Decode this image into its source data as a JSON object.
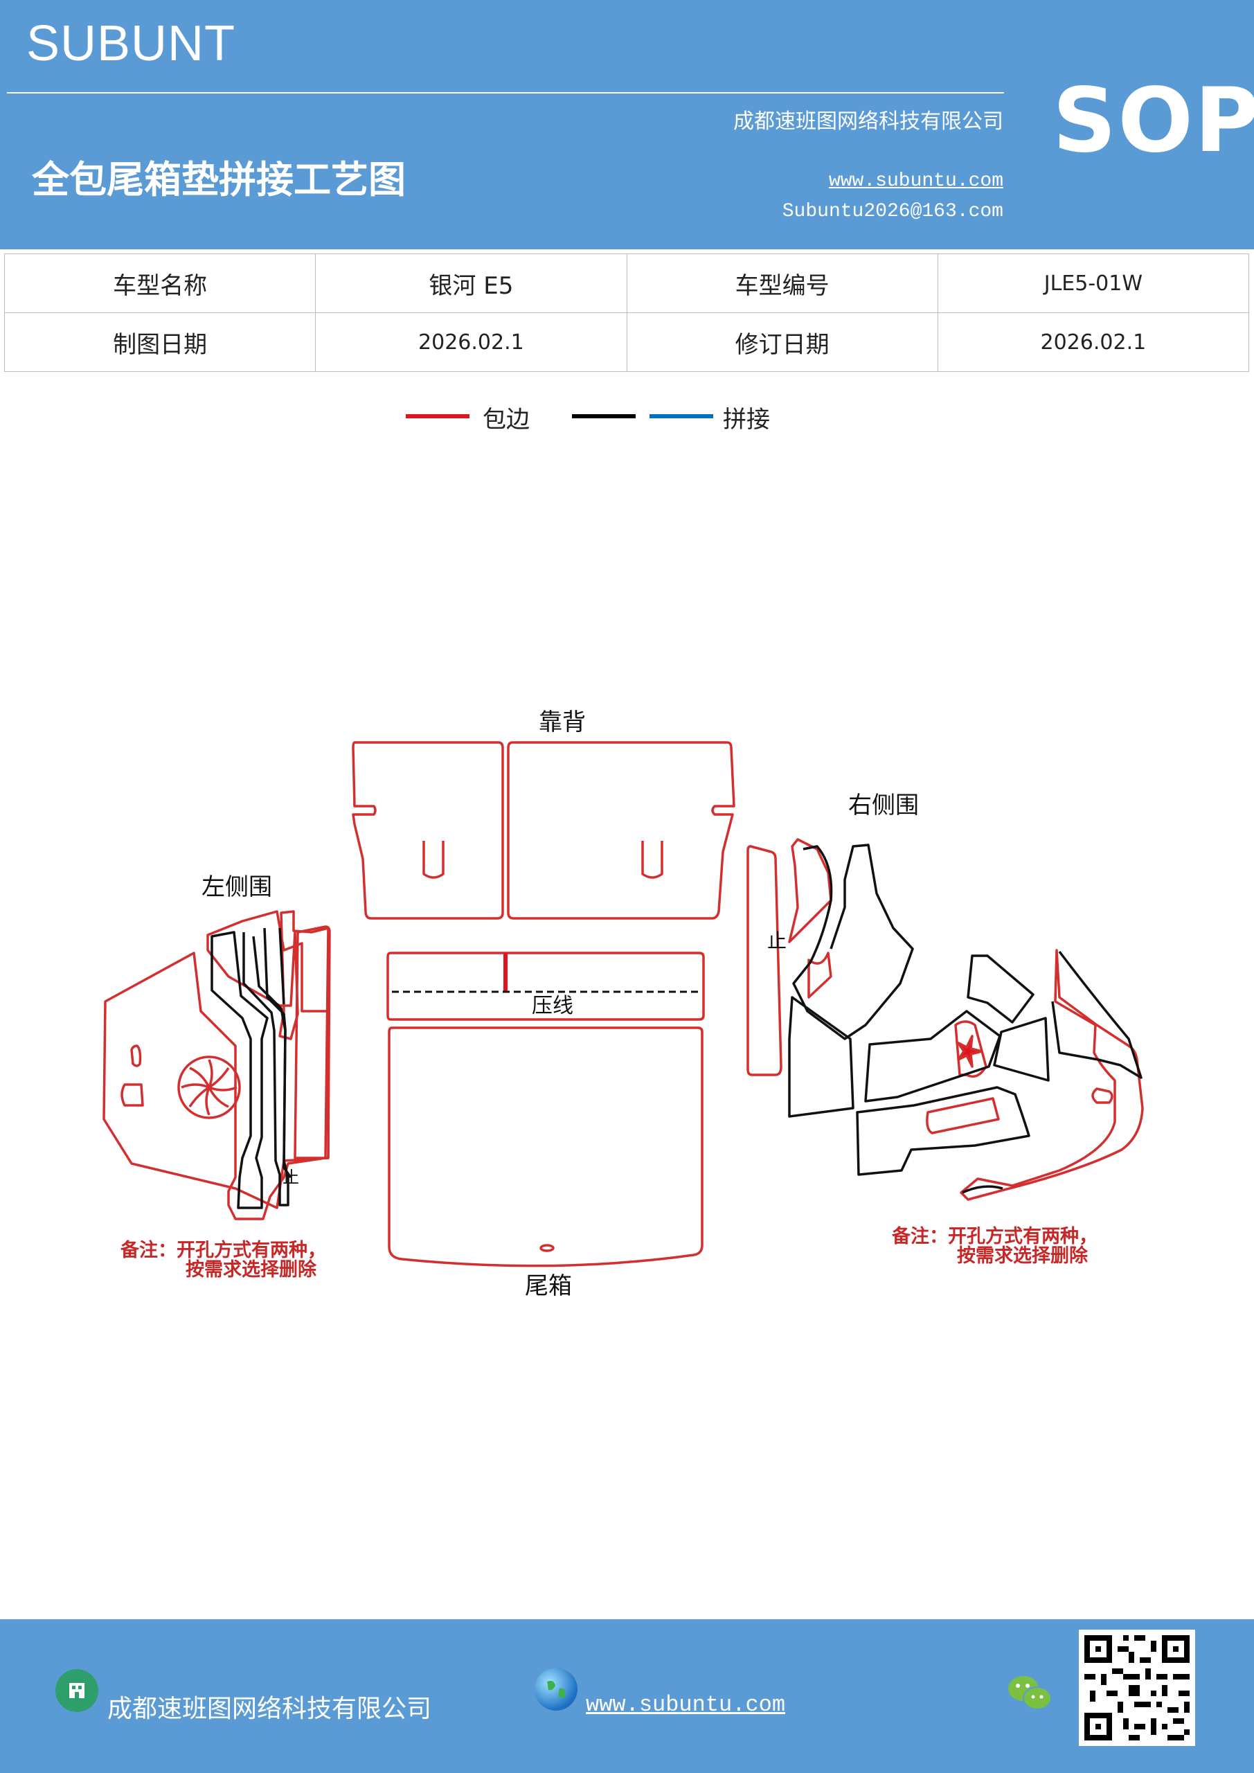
{
  "header": {
    "brand": "SUBUNT",
    "title": "全包尾箱垫拼接工艺图",
    "company": "成都速班图网络科技有限公司",
    "website": "www.subuntu.com",
    "email": "Subuntu2026@163.com",
    "badge": "SOP",
    "background_color": "#5b9bd5"
  },
  "info_table": {
    "rows": [
      [
        "车型名称",
        "银河 E5",
        "车型编号",
        "JLE5-01W"
      ],
      [
        "制图日期",
        "2026.02.1",
        "修订日期",
        "2026.02.1"
      ]
    ]
  },
  "legend": {
    "items": [
      {
        "label": "包边",
        "colors": [
          "#e0141e"
        ]
      },
      {
        "label": "拼接",
        "colors": [
          "#000000",
          "#0070c0"
        ]
      }
    ]
  },
  "drawing": {
    "labels": {
      "backrest": "靠背",
      "left_side": "左侧围",
      "right_side": "右侧围",
      "crease": "压线",
      "trunk": "尾箱"
    },
    "notes": {
      "left": [
        "备注：开孔方式有两种，",
        "按需求选择删除"
      ],
      "right": [
        "备注：开孔方式有两种，",
        "按需求选择删除"
      ]
    },
    "edge_color": "#d32f2f",
    "note_color": "#c62828"
  },
  "footer": {
    "company": "成都速班图网络科技有限公司",
    "website": "www.subuntu.com",
    "icons": [
      "building-icon",
      "globe-icon",
      "wechat-icon",
      "qr-code"
    ]
  }
}
